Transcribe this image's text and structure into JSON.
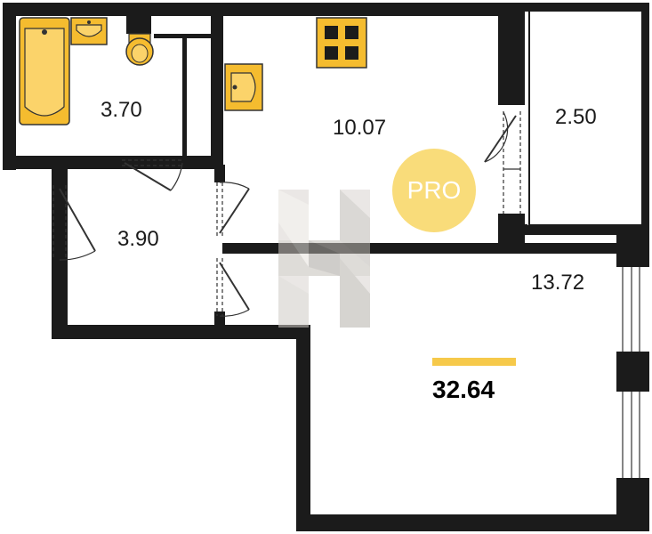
{
  "colors": {
    "wall": "#1b1b1b",
    "fixture": "#f5bc2f",
    "fixture_light": "#fbd36a",
    "badge": "#f9dc7a",
    "watermark": "#c9c5c0",
    "total_bar": "#f6c94a"
  },
  "rooms": [
    {
      "id": "bathroom",
      "area": "3.70"
    },
    {
      "id": "kitchen-living",
      "area": "10.07"
    },
    {
      "id": "loggia",
      "area": "2.50"
    },
    {
      "id": "hallway",
      "area": "3.90"
    },
    {
      "id": "room",
      "area": "13.72"
    }
  ],
  "total_area": "32.64",
  "badge": {
    "label": "PRO"
  },
  "icons": [
    "bathtub-icon",
    "sink-icon",
    "toilet-icon",
    "stove-icon",
    "kitchen-sink-icon",
    "watermark-logo-icon"
  ]
}
